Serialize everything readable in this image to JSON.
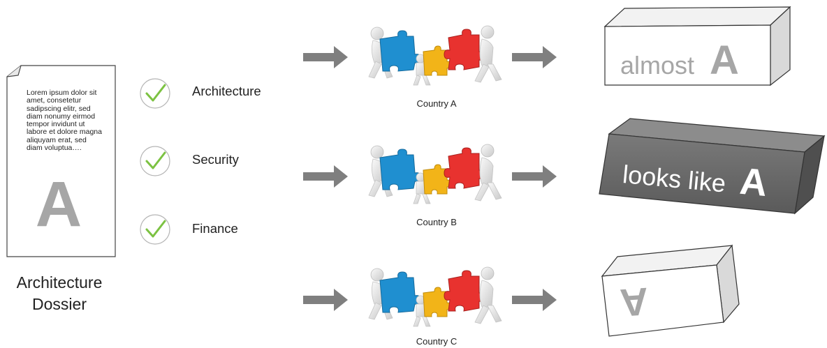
{
  "dossier": {
    "lorem_lines": [
      "Lorem ipsum dolor sit",
      "amet, consetetur",
      "sadipscing elitr, sed",
      "diam nonumy eirmod",
      "tempor invidunt ut",
      "labore et dolore magna",
      "aliquyam erat, sed",
      "diam voluptua…."
    ],
    "big_letter": "A",
    "title_line1": "Architecture",
    "title_line2": "Dossier"
  },
  "checklist": [
    {
      "label": "Architecture",
      "icon": "check-icon"
    },
    {
      "label": "Security",
      "icon": "check-icon"
    },
    {
      "label": "Finance",
      "icon": "check-icon"
    }
  ],
  "countries": [
    {
      "label": "Country A"
    },
    {
      "label": "Country B"
    },
    {
      "label": "Country C"
    }
  ],
  "outcomes": [
    {
      "text": "almost",
      "letter": "A"
    },
    {
      "text": "looks like",
      "letter": "A"
    },
    {
      "text": "",
      "letter": "A"
    }
  ],
  "colors": {
    "arrow": "#7f7f7f",
    "check": "#7cc242",
    "puzzle_blue": "#1f8fd0",
    "puzzle_yellow": "#f2b418",
    "puzzle_red": "#e8322f",
    "box_dark": "#6e6e6e"
  }
}
